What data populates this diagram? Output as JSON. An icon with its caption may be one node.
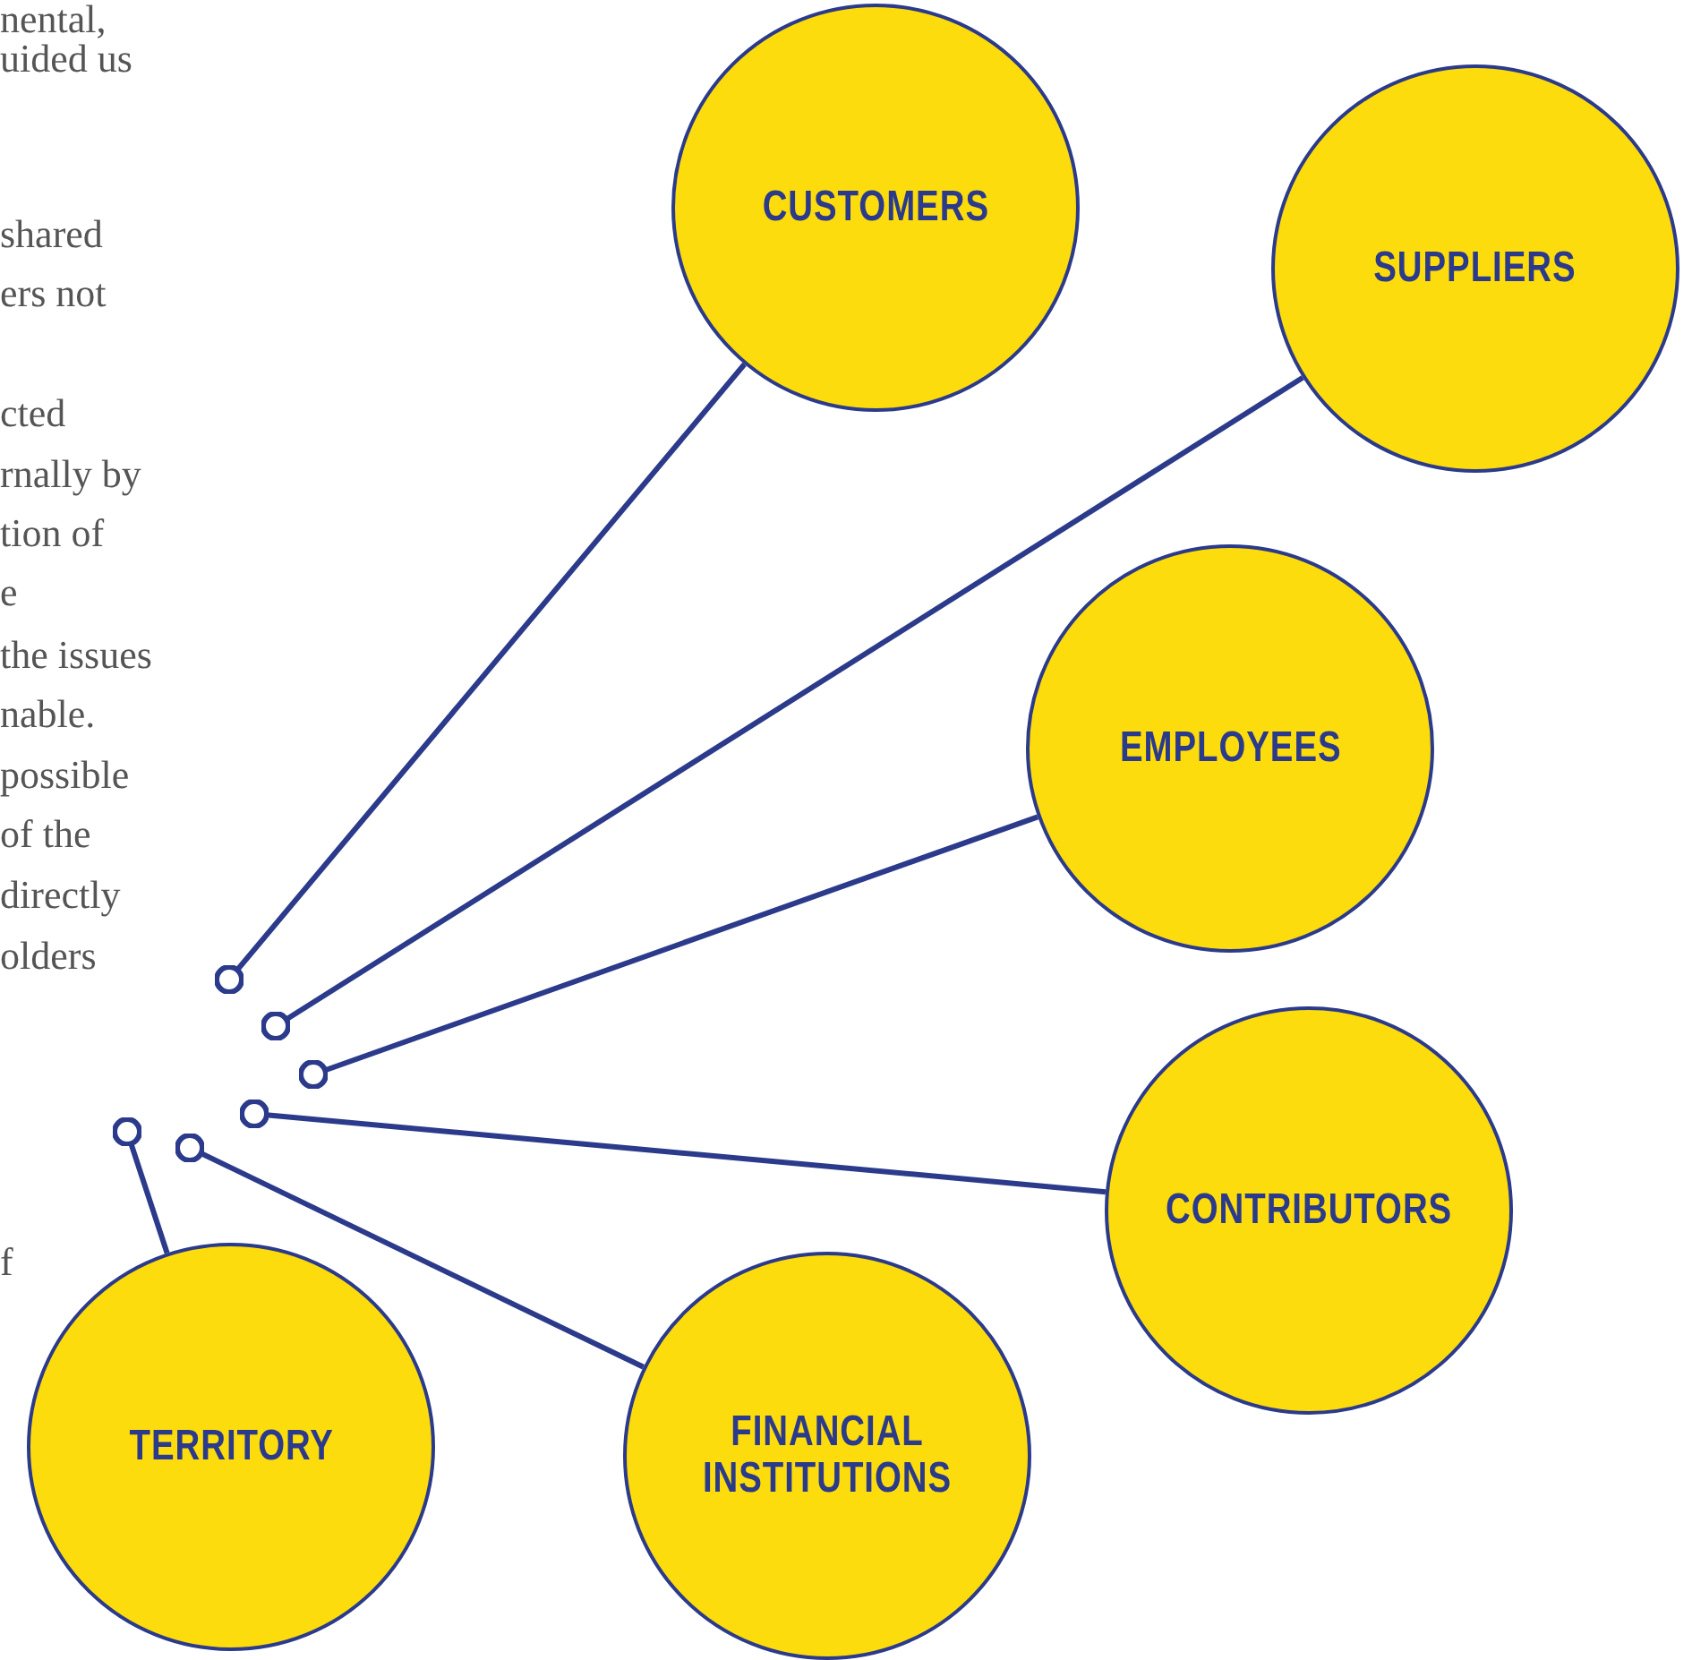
{
  "diagram": {
    "nodes": [
      {
        "text": [
          "CUSTOMERS"
        ]
      },
      {
        "text": [
          "SUPPLIERS"
        ]
      },
      {
        "text": [
          "EMPLOYEES"
        ]
      },
      {
        "text": [
          "CONTRIBUTORS"
        ]
      },
      {
        "text": [
          "TERRITORY"
        ]
      },
      {
        "text": [
          "FINANCIAL INSTITUTIONS"
        ]
      }
    ],
    "edges": [
      {
        "from": null,
        "to": 0,
        "arrow": "other"
      },
      {
        "from": null,
        "to": 1,
        "arrow": "other"
      },
      {
        "from": null,
        "to": 2,
        "arrow": "other"
      },
      {
        "from": null,
        "to": 3,
        "arrow": "other"
      },
      {
        "from": null,
        "to": 4,
        "arrow": "other"
      },
      {
        "from": null,
        "to": 5,
        "arrow": "other"
      }
    ],
    "labels": [
      "nental,",
      "uided us",
      "shared",
      "ers not",
      "cted",
      "rnally by",
      "tion of",
      "e",
      "the issues",
      "nable.",
      "possible",
      "of the",
      "directly",
      "olders",
      "f"
    ]
  }
}
